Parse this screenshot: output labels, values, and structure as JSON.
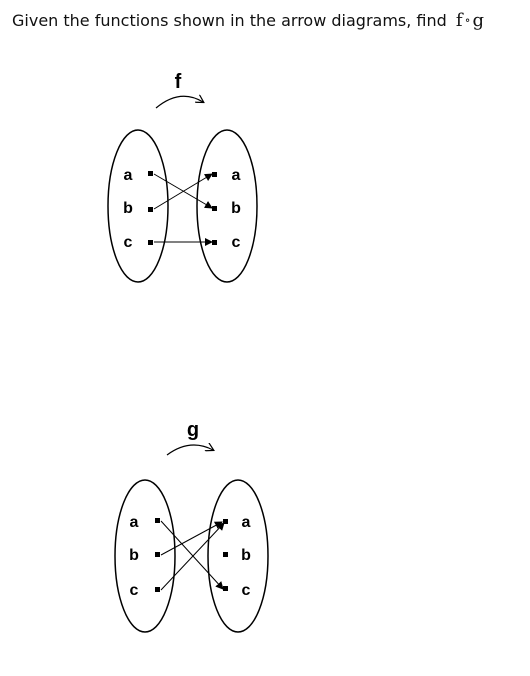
{
  "question": {
    "text": "Given the functions shown in the arrow diagrams, find",
    "f": "f",
    "op": "∘",
    "g": "g"
  },
  "diagrams": [
    {
      "name": "f",
      "domain": [
        "a",
        "b",
        "c"
      ],
      "codomain": [
        "a",
        "b",
        "c"
      ],
      "mapping": [
        [
          "a",
          "b"
        ],
        [
          "b",
          "a"
        ],
        [
          "c",
          "c"
        ]
      ]
    },
    {
      "name": "g",
      "domain": [
        "a",
        "b",
        "c"
      ],
      "codomain": [
        "a",
        "b",
        "c"
      ],
      "mapping": [
        [
          "a",
          "c"
        ],
        [
          "b",
          "a"
        ],
        [
          "c",
          "a"
        ]
      ]
    }
  ]
}
